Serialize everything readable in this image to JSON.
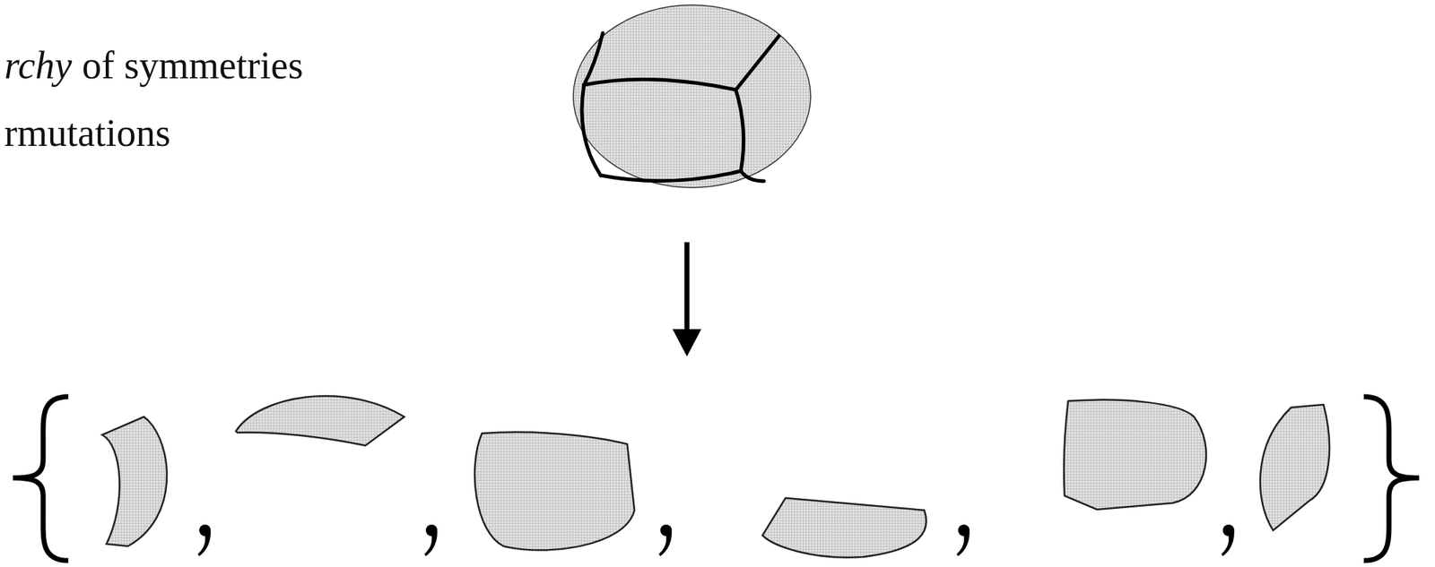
{
  "diagram": {
    "labels": [
      "rchy",
      "of symmetries",
      "rmutations"
    ]
  }
}
